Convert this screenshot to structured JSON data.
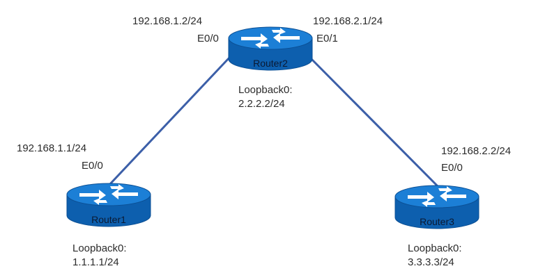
{
  "routers": [
    {
      "id": "router1",
      "name": "Router1",
      "loopback_label": "Loopback0:",
      "loopback_addr": "1.1.1.1/24"
    },
    {
      "id": "router2",
      "name": "Router2",
      "loopback_label": "Loopback0:",
      "loopback_addr": "2.2.2.2/24"
    },
    {
      "id": "router3",
      "name": "Router3",
      "loopback_label": "Loopback0:",
      "loopback_addr": "3.3.3.3/24"
    }
  ],
  "links": [
    {
      "from": "router1",
      "to": "router2",
      "a_ip": "192.168.1.1/24",
      "a_if": "E0/0",
      "b_ip": "192.168.1.2/24",
      "b_if": "E0/0"
    },
    {
      "from": "router2",
      "to": "router3",
      "a_ip": "192.168.2.1/24",
      "a_if": "E0/1",
      "b_ip": "192.168.2.2/24",
      "b_if": "E0/0"
    }
  ],
  "colors": {
    "link": "#3c5fa8",
    "router_top": "#1c7fd6",
    "router_side": "#0d5fae",
    "router_edge": "#0b4f94",
    "arrows": "#ffffff"
  },
  "icon": "router-icon"
}
